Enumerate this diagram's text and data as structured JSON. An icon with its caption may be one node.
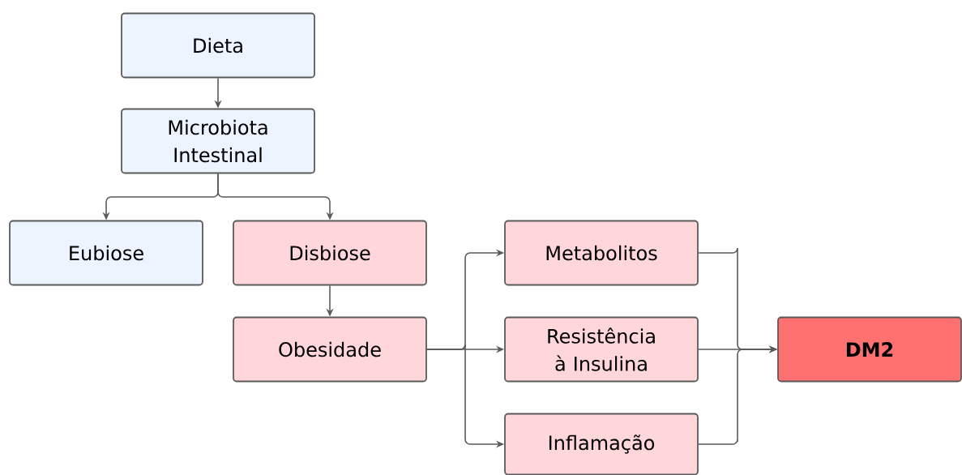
{
  "diagram": {
    "nodes": [
      {
        "text": [
          "Dieta"
        ]
      },
      {
        "text": [
          "Microbiota Intestinal"
        ]
      },
      {
        "text": [
          "Eubiose"
        ]
      },
      {
        "text": [
          "Disbiose"
        ]
      },
      {
        "text": [
          "Obesidade"
        ]
      },
      {
        "text": [
          "Metabolitos"
        ]
      },
      {
        "text": [
          "Resistência à Insulina"
        ]
      },
      {
        "text": [
          "Inflamação"
        ]
      },
      {
        "text": [
          "DM2"
        ]
      }
    ],
    "edges": [
      {
        "from": 0,
        "to": 1,
        "arrow": "to"
      },
      {
        "from": 1,
        "to": 2,
        "arrow": "to"
      },
      {
        "from": 1,
        "to": 3,
        "arrow": "to"
      },
      {
        "from": 3,
        "to": 4,
        "arrow": "to"
      },
      {
        "from": 4,
        "to": 5,
        "arrow": "to"
      },
      {
        "from": 4,
        "to": 6,
        "arrow": "to"
      },
      {
        "from": 4,
        "to": 7,
        "arrow": "to"
      },
      {
        "from": 5,
        "to": 8,
        "arrow": "to"
      },
      {
        "from": 6,
        "to": 8,
        "arrow": "to"
      },
      {
        "from": 7,
        "to": 8,
        "arrow": "to"
      }
    ]
  }
}
